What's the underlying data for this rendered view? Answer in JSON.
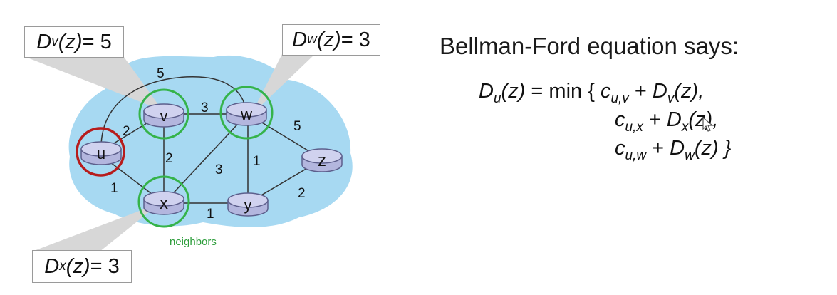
{
  "callouts": {
    "dv": {
      "base": "D",
      "sub": "v",
      "arg": "(z)",
      "rest": " = 5"
    },
    "dw": {
      "base": "D",
      "sub": "w",
      "arg": "(z)",
      "rest": " = 3"
    },
    "dx": {
      "base": "D",
      "sub": "x",
      "arg": "(z)",
      "rest": " = 3"
    }
  },
  "title": "Bellman-Ford equation says:",
  "equation": {
    "lhs_base": "D",
    "lhs_sub": "u",
    "lhs_arg": "(z)",
    "eq_min": " = min { ",
    "line1": {
      "c": "c",
      "c_sub": "u,v",
      "plus": " + ",
      "d": "D",
      "d_sub": "v",
      "arg": "(z),"
    },
    "line2": {
      "c": "c",
      "c_sub": "u,x",
      "plus": " + ",
      "d": "D",
      "d_sub": "x",
      "arg": "(z),"
    },
    "line3": {
      "c": "c",
      "c_sub": "u,w",
      "plus": " + ",
      "d": "D",
      "d_sub": "w",
      "arg": "(z) }"
    }
  },
  "nodes": {
    "u": "u",
    "v": "v",
    "w": "w",
    "x": "x",
    "y": "y",
    "z": "z"
  },
  "edge_costs": {
    "u_v": "2",
    "u_x": "1",
    "u_w": "5",
    "v_w": "3",
    "v_x": "2",
    "x_w": "3",
    "x_y": "1",
    "w_y": "1",
    "w_z": "5",
    "y_z": "2"
  },
  "neighbors_label": "neighbors",
  "colors": {
    "cloud": "#a7d9f2",
    "router_fill": "#c4c6e8",
    "router_stroke": "#5d5f8c",
    "neighbor_ring": "#35b34a",
    "source_ring": "#b71c1c"
  }
}
